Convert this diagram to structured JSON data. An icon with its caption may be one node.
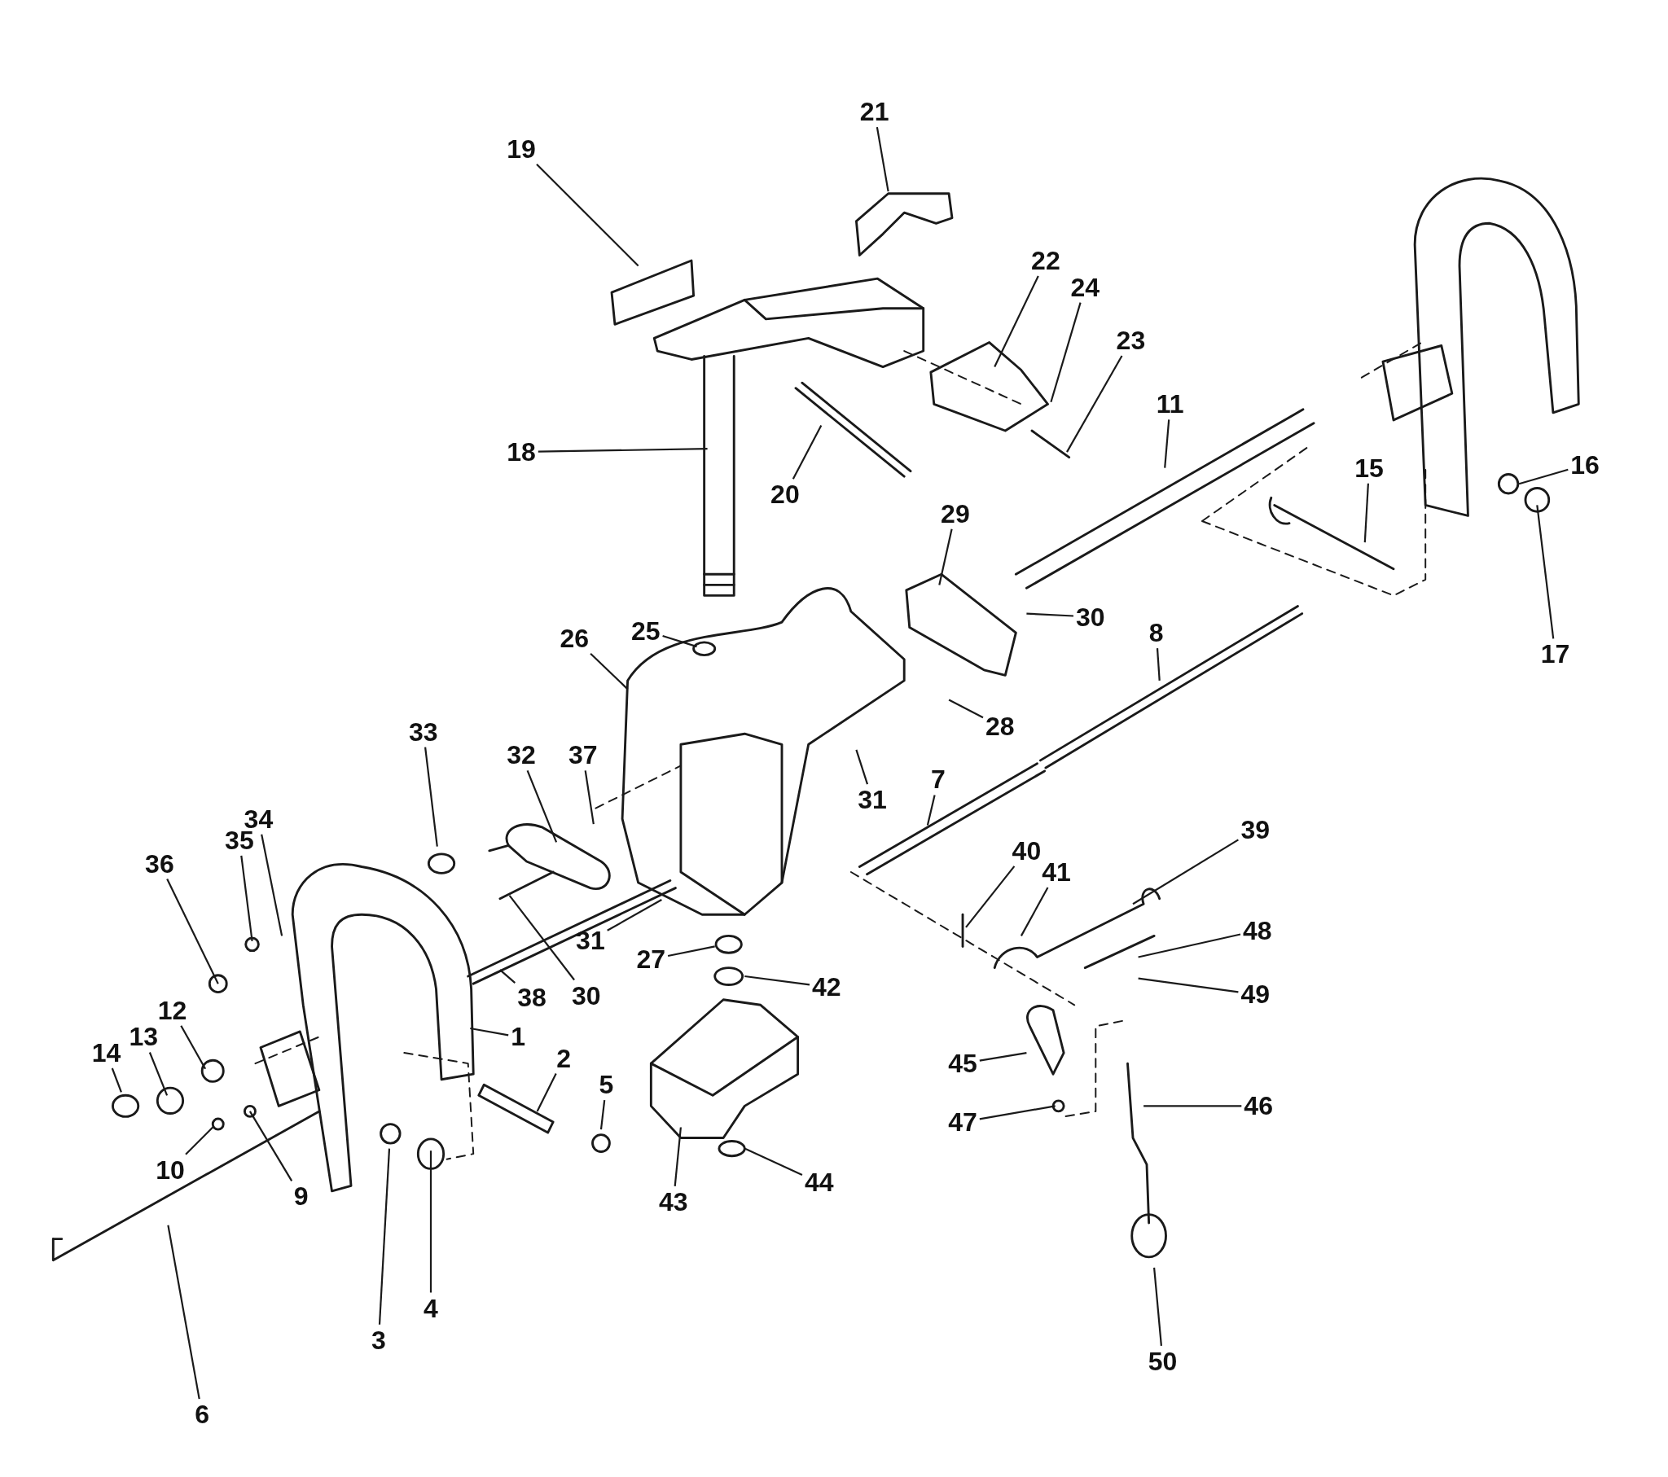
{
  "diagram": {
    "nodes": [
      {
        "text": [
          "21"
        ]
      },
      {
        "text": [
          "19"
        ]
      },
      {
        "text": [
          "22"
        ]
      },
      {
        "text": [
          "24"
        ]
      },
      {
        "text": [
          "23"
        ]
      },
      {
        "text": [
          "11"
        ]
      },
      {
        "text": [
          "18"
        ]
      },
      {
        "text": [
          "16"
        ]
      },
      {
        "text": [
          "15"
        ]
      },
      {
        "text": [
          "20"
        ]
      },
      {
        "text": [
          "29"
        ]
      },
      {
        "text": [
          "30"
        ]
      },
      {
        "text": [
          "25"
        ]
      },
      {
        "text": [
          "8"
        ]
      },
      {
        "text": [
          "26"
        ]
      },
      {
        "text": [
          "17"
        ]
      },
      {
        "text": [
          "28"
        ]
      },
      {
        "text": [
          "33"
        ]
      },
      {
        "text": [
          "32"
        ]
      },
      {
        "text": [
          "37"
        ]
      },
      {
        "text": [
          "31"
        ]
      },
      {
        "text": [
          "7"
        ]
      },
      {
        "text": [
          "39"
        ]
      },
      {
        "text": [
          "34"
        ]
      },
      {
        "text": [
          "40"
        ]
      },
      {
        "text": [
          "35"
        ]
      },
      {
        "text": [
          "41"
        ]
      },
      {
        "text": [
          "36"
        ]
      },
      {
        "text": [
          "48"
        ]
      },
      {
        "text": [
          "31"
        ]
      },
      {
        "text": [
          "27"
        ]
      },
      {
        "text": [
          "38"
        ]
      },
      {
        "text": [
          "30"
        ]
      },
      {
        "text": [
          "42"
        ]
      },
      {
        "text": [
          "49"
        ]
      },
      {
        "text": [
          "12"
        ]
      },
      {
        "text": [
          "1"
        ]
      },
      {
        "text": [
          "13"
        ]
      },
      {
        "text": [
          "14"
        ]
      },
      {
        "text": [
          "2"
        ]
      },
      {
        "text": [
          "45"
        ]
      },
      {
        "text": [
          "5"
        ]
      },
      {
        "text": [
          "46"
        ]
      },
      {
        "text": [
          "47"
        ]
      },
      {
        "text": [
          "10"
        ]
      },
      {
        "text": [
          "44"
        ]
      },
      {
        "text": [
          "9"
        ]
      },
      {
        "text": [
          "43"
        ]
      },
      {
        "text": [
          "4"
        ]
      },
      {
        "text": [
          "3"
        ]
      },
      {
        "text": [
          "50"
        ]
      },
      {
        "text": [
          "6"
        ]
      }
    ],
    "edges": [
      {
        "from": 0,
        "to": null,
        "arrow": "none"
      },
      {
        "from": 1,
        "to": null,
        "arrow": "none"
      },
      {
        "from": 2,
        "to": null,
        "arrow": "none"
      },
      {
        "from": 3,
        "to": null,
        "arrow": "none"
      },
      {
        "from": 4,
        "to": null,
        "arrow": "none"
      },
      {
        "from": 5,
        "to": null,
        "arrow": "none"
      },
      {
        "from": 6,
        "to": null,
        "arrow": "none"
      },
      {
        "from": 7,
        "to": null,
        "arrow": "none"
      },
      {
        "from": 8,
        "to": null,
        "arrow": "none"
      },
      {
        "from": 9,
        "to": null,
        "arrow": "none"
      },
      {
        "from": 10,
        "to": null,
        "arrow": "none"
      },
      {
        "from": 11,
        "to": null,
        "arrow": "none"
      },
      {
        "from": 12,
        "to": null,
        "arrow": "none"
      },
      {
        "from": 13,
        "to": null,
        "arrow": "none"
      },
      {
        "from": 14,
        "to": null,
        "arrow": "none"
      },
      {
        "from": 15,
        "to": null,
        "arrow": "none"
      },
      {
        "from": 16,
        "to": null,
        "arrow": "none"
      },
      {
        "from": 17,
        "to": null,
        "arrow": "none"
      },
      {
        "from": 18,
        "to": null,
        "arrow": "none"
      },
      {
        "from": 19,
        "to": null,
        "arrow": "none"
      },
      {
        "from": 20,
        "to": null,
        "arrow": "none"
      },
      {
        "from": 21,
        "to": null,
        "arrow": "none"
      },
      {
        "from": 22,
        "to": null,
        "arrow": "none"
      },
      {
        "from": 23,
        "to": null,
        "arrow": "none"
      },
      {
        "from": 24,
        "to": null,
        "arrow": "none"
      },
      {
        "from": 25,
        "to": null,
        "arrow": "none"
      },
      {
        "from": 26,
        "to": null,
        "arrow": "none"
      },
      {
        "from": 27,
        "to": null,
        "arrow": "none"
      },
      {
        "from": 28,
        "to": null,
        "arrow": "none"
      },
      {
        "from": 29,
        "to": null,
        "arrow": "none"
      },
      {
        "from": 30,
        "to": null,
        "arrow": "none"
      },
      {
        "from": 31,
        "to": null,
        "arrow": "none"
      },
      {
        "from": 32,
        "to": null,
        "arrow": "none"
      },
      {
        "from": 33,
        "to": null,
        "arrow": "none"
      },
      {
        "from": 34,
        "to": null,
        "arrow": "none"
      },
      {
        "from": 35,
        "to": null,
        "arrow": "none"
      },
      {
        "from": 36,
        "to": null,
        "arrow": "none"
      },
      {
        "from": 37,
        "to": null,
        "arrow": "none"
      },
      {
        "from": 38,
        "to": null,
        "arrow": "none"
      },
      {
        "from": 39,
        "to": null,
        "arrow": "none"
      },
      {
        "from": 40,
        "to": null,
        "arrow": "none"
      },
      {
        "from": 41,
        "to": null,
        "arrow": "none"
      },
      {
        "from": 42,
        "to": null,
        "arrow": "none"
      },
      {
        "from": 43,
        "to": null,
        "arrow": "none"
      },
      {
        "from": 44,
        "to": null,
        "arrow": "none"
      },
      {
        "from": 45,
        "to": null,
        "arrow": "none"
      },
      {
        "from": 46,
        "to": null,
        "arrow": "none"
      },
      {
        "from": 47,
        "to": null,
        "arrow": "none"
      },
      {
        "from": 48,
        "to": null,
        "arrow": "none"
      },
      {
        "from": 49,
        "to": null,
        "arrow": "none"
      },
      {
        "from": 50,
        "to": null,
        "arrow": "none"
      },
      {
        "from": 51,
        "to": null,
        "arrow": "none"
      }
    ]
  }
}
